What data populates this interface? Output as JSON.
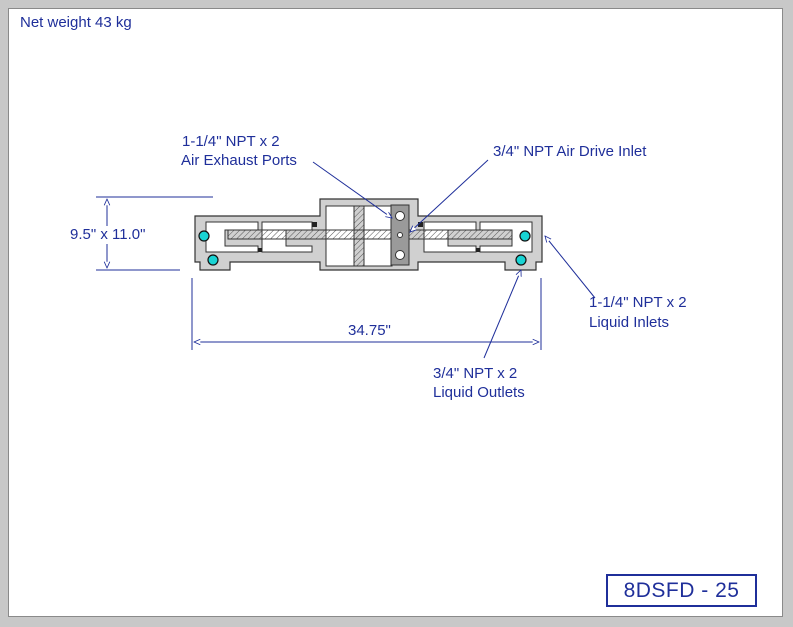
{
  "header": {
    "net_weight": "Net weight 43 kg"
  },
  "labels": {
    "air_exhaust_line1": "1-1/4\" NPT x 2",
    "air_exhaust_line2": "Air Exhaust Ports",
    "air_drive_inlet": "3/4\" NPT  Air Drive Inlet",
    "height_dim": "9.5\" x 11.0\"",
    "length_dim": "34.75\"",
    "liquid_inlets_line1": "1-1/4\" NPT x 2",
    "liquid_inlets_line2": "Liquid Inlets",
    "liquid_outlets_line1": "3/4\" NPT x 2",
    "liquid_outlets_line2": "Liquid Outlets"
  },
  "model": {
    "code": "8DSFD - 25"
  },
  "colors": {
    "annotation": "#1f2f9a",
    "port": "#19d3d3",
    "body": "#d0d0d0",
    "rod": "#8a8a8a"
  }
}
